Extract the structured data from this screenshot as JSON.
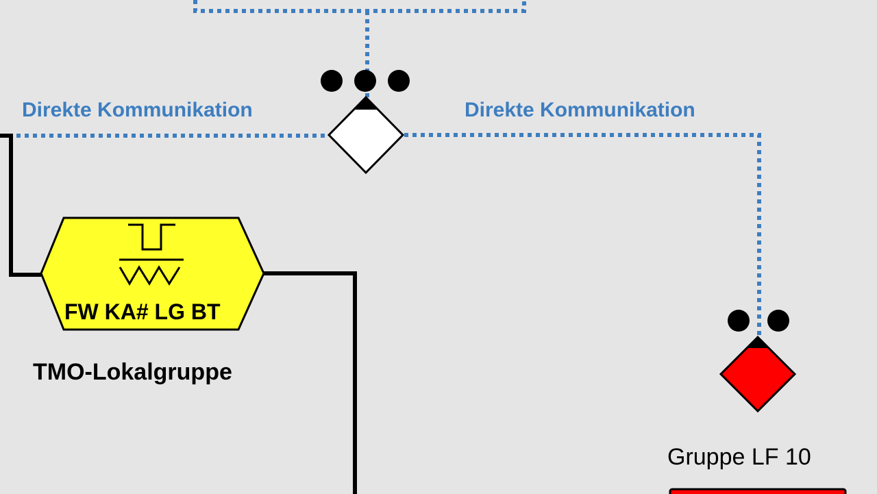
{
  "colors": {
    "background": "#e6e5e6",
    "comm_line": "#3d7ebf",
    "label_blue": "#3d7ebf",
    "line_black": "#000000",
    "local_group_fill": "#ffff2a",
    "lf10_fill": "#ff0000",
    "leader_fill": "#ffffff"
  },
  "links": {
    "left_label": "Direkte Kommunikation",
    "right_label": "Direkte Kommunikation"
  },
  "units": {
    "leader": {
      "icon": "diamond-leader-white-icon",
      "rank_dots": 3
    },
    "local_group": {
      "icon": "hexagon-tmo-local-group-icon",
      "symbol_text": "FW KA# LG BT",
      "label": "TMO-Lokalgruppe"
    },
    "lf10": {
      "icon": "diamond-red-unit-icon",
      "rank_dots": 2,
      "label": "Gruppe LF 10"
    }
  }
}
